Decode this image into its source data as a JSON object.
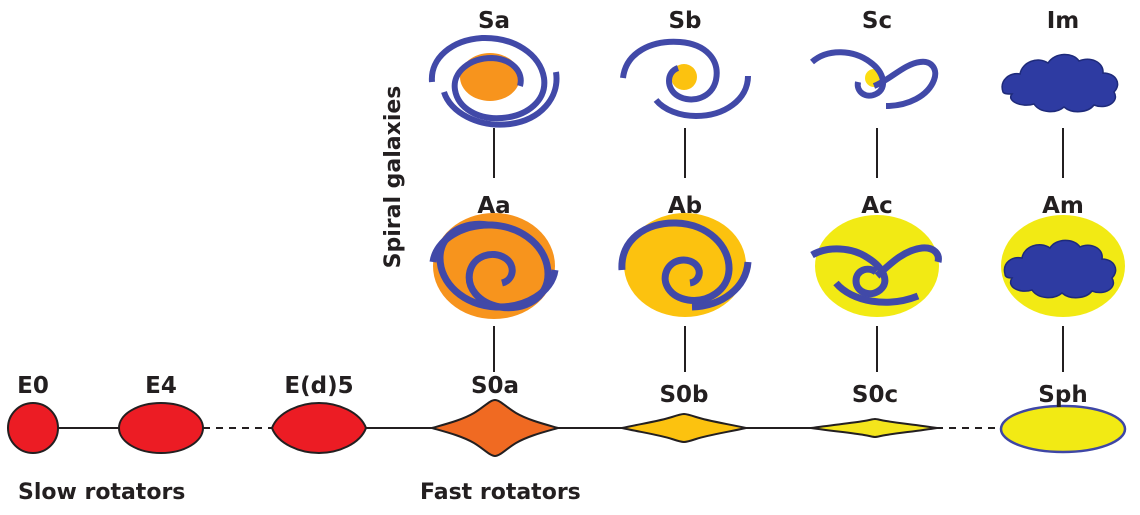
{
  "colors": {
    "ink": "#231f20",
    "elliptical_red": "#ec1c24",
    "s0a_orange": "#f06a22",
    "bulge_orange": "#f7941d",
    "s0b_yellow": "#fcc20f",
    "s0c_yellow": "#f4e51c",
    "disk_yellow": "#f2ea14",
    "spiral_blue": "#4149a8",
    "irregular_blue": "#2e3ba2"
  },
  "labels": {
    "spiral_top": [
      "Sa",
      "Sb",
      "Sc",
      "Im"
    ],
    "anemic_middle": [
      "Aa",
      "Ab",
      "Ac",
      "Am"
    ],
    "bottom_row": [
      "E0",
      "E4",
      "E(d)5",
      "S0a",
      "S0b",
      "S0c",
      "Sph"
    ],
    "spiral_axis": "Spiral galaxies",
    "slow_rotators": "Slow rotators",
    "fast_rotators": "Fast rotators"
  }
}
